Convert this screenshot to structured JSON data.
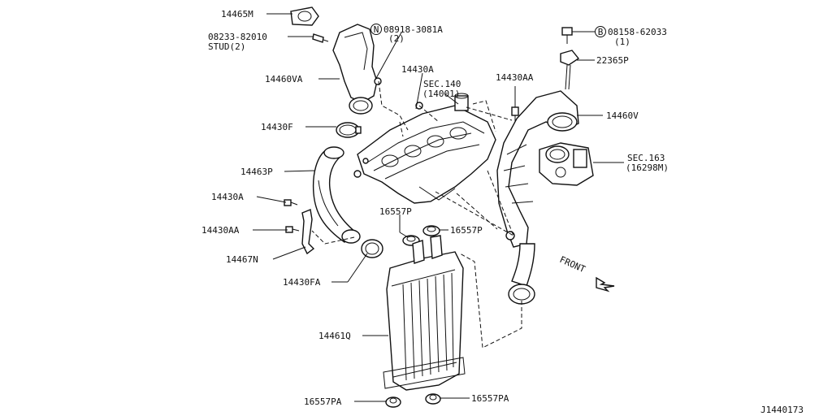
{
  "labels": {
    "p14465m": "14465M",
    "p08233": "08233-82010",
    "stud": "STUD(2)",
    "n08918": "08918-3081A",
    "n08918q": "(2)",
    "p14460va": "14460VA",
    "p14430a_top": "14430A",
    "sec140": "SEC.140",
    "sec140b": "(14001)",
    "p14430f": "14430F",
    "p14463p": "14463P",
    "p14430a": "14430A",
    "p14430aa": "14430AA",
    "p14467n": "14467N",
    "p14430fa": "14430FA",
    "p16557p_a": "16557P",
    "p16557p_b": "16557P",
    "p14461q": "14461Q",
    "p16557pa_l": "16557PA",
    "p16557pa_r": "16557PA",
    "b08158": "08158-62033",
    "b08158q": "(1)",
    "p22365p": "22365P",
    "p14430aa_r": "14430AA",
    "p14460v": "14460V",
    "sec163": "SEC.163",
    "sec163b": "(16298M)",
    "front": "FRONT",
    "diagram_id": "J1440173",
    "mark_n": "N",
    "mark_b": "B"
  }
}
